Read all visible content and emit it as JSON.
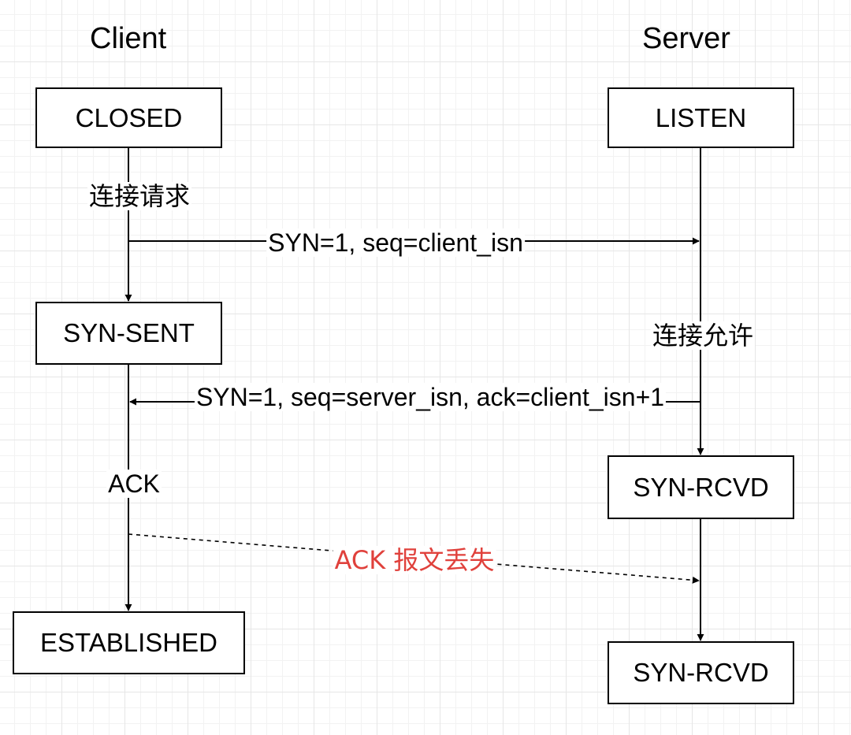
{
  "columns": {
    "client": "Client",
    "server": "Server"
  },
  "states": {
    "client_closed": "CLOSED",
    "client_syn_sent": "SYN-SENT",
    "client_established": "ESTABLISHED",
    "server_listen": "LISTEN",
    "server_syn_rcvd_1": "SYN-RCVD",
    "server_syn_rcvd_2": "SYN-RCVD"
  },
  "step_labels": {
    "client_connect_request": "连接请求",
    "server_connect_allow": "连接允许",
    "client_ack": "ACK"
  },
  "messages": {
    "syn": "SYN=1, seq=client_isn",
    "syn_ack": "SYN=1, seq=server_isn, ack=client_isn+1",
    "ack_lost": "ACK 报文丢失"
  },
  "colors": {
    "lost_message": "#e0413c",
    "line": "#000000"
  }
}
